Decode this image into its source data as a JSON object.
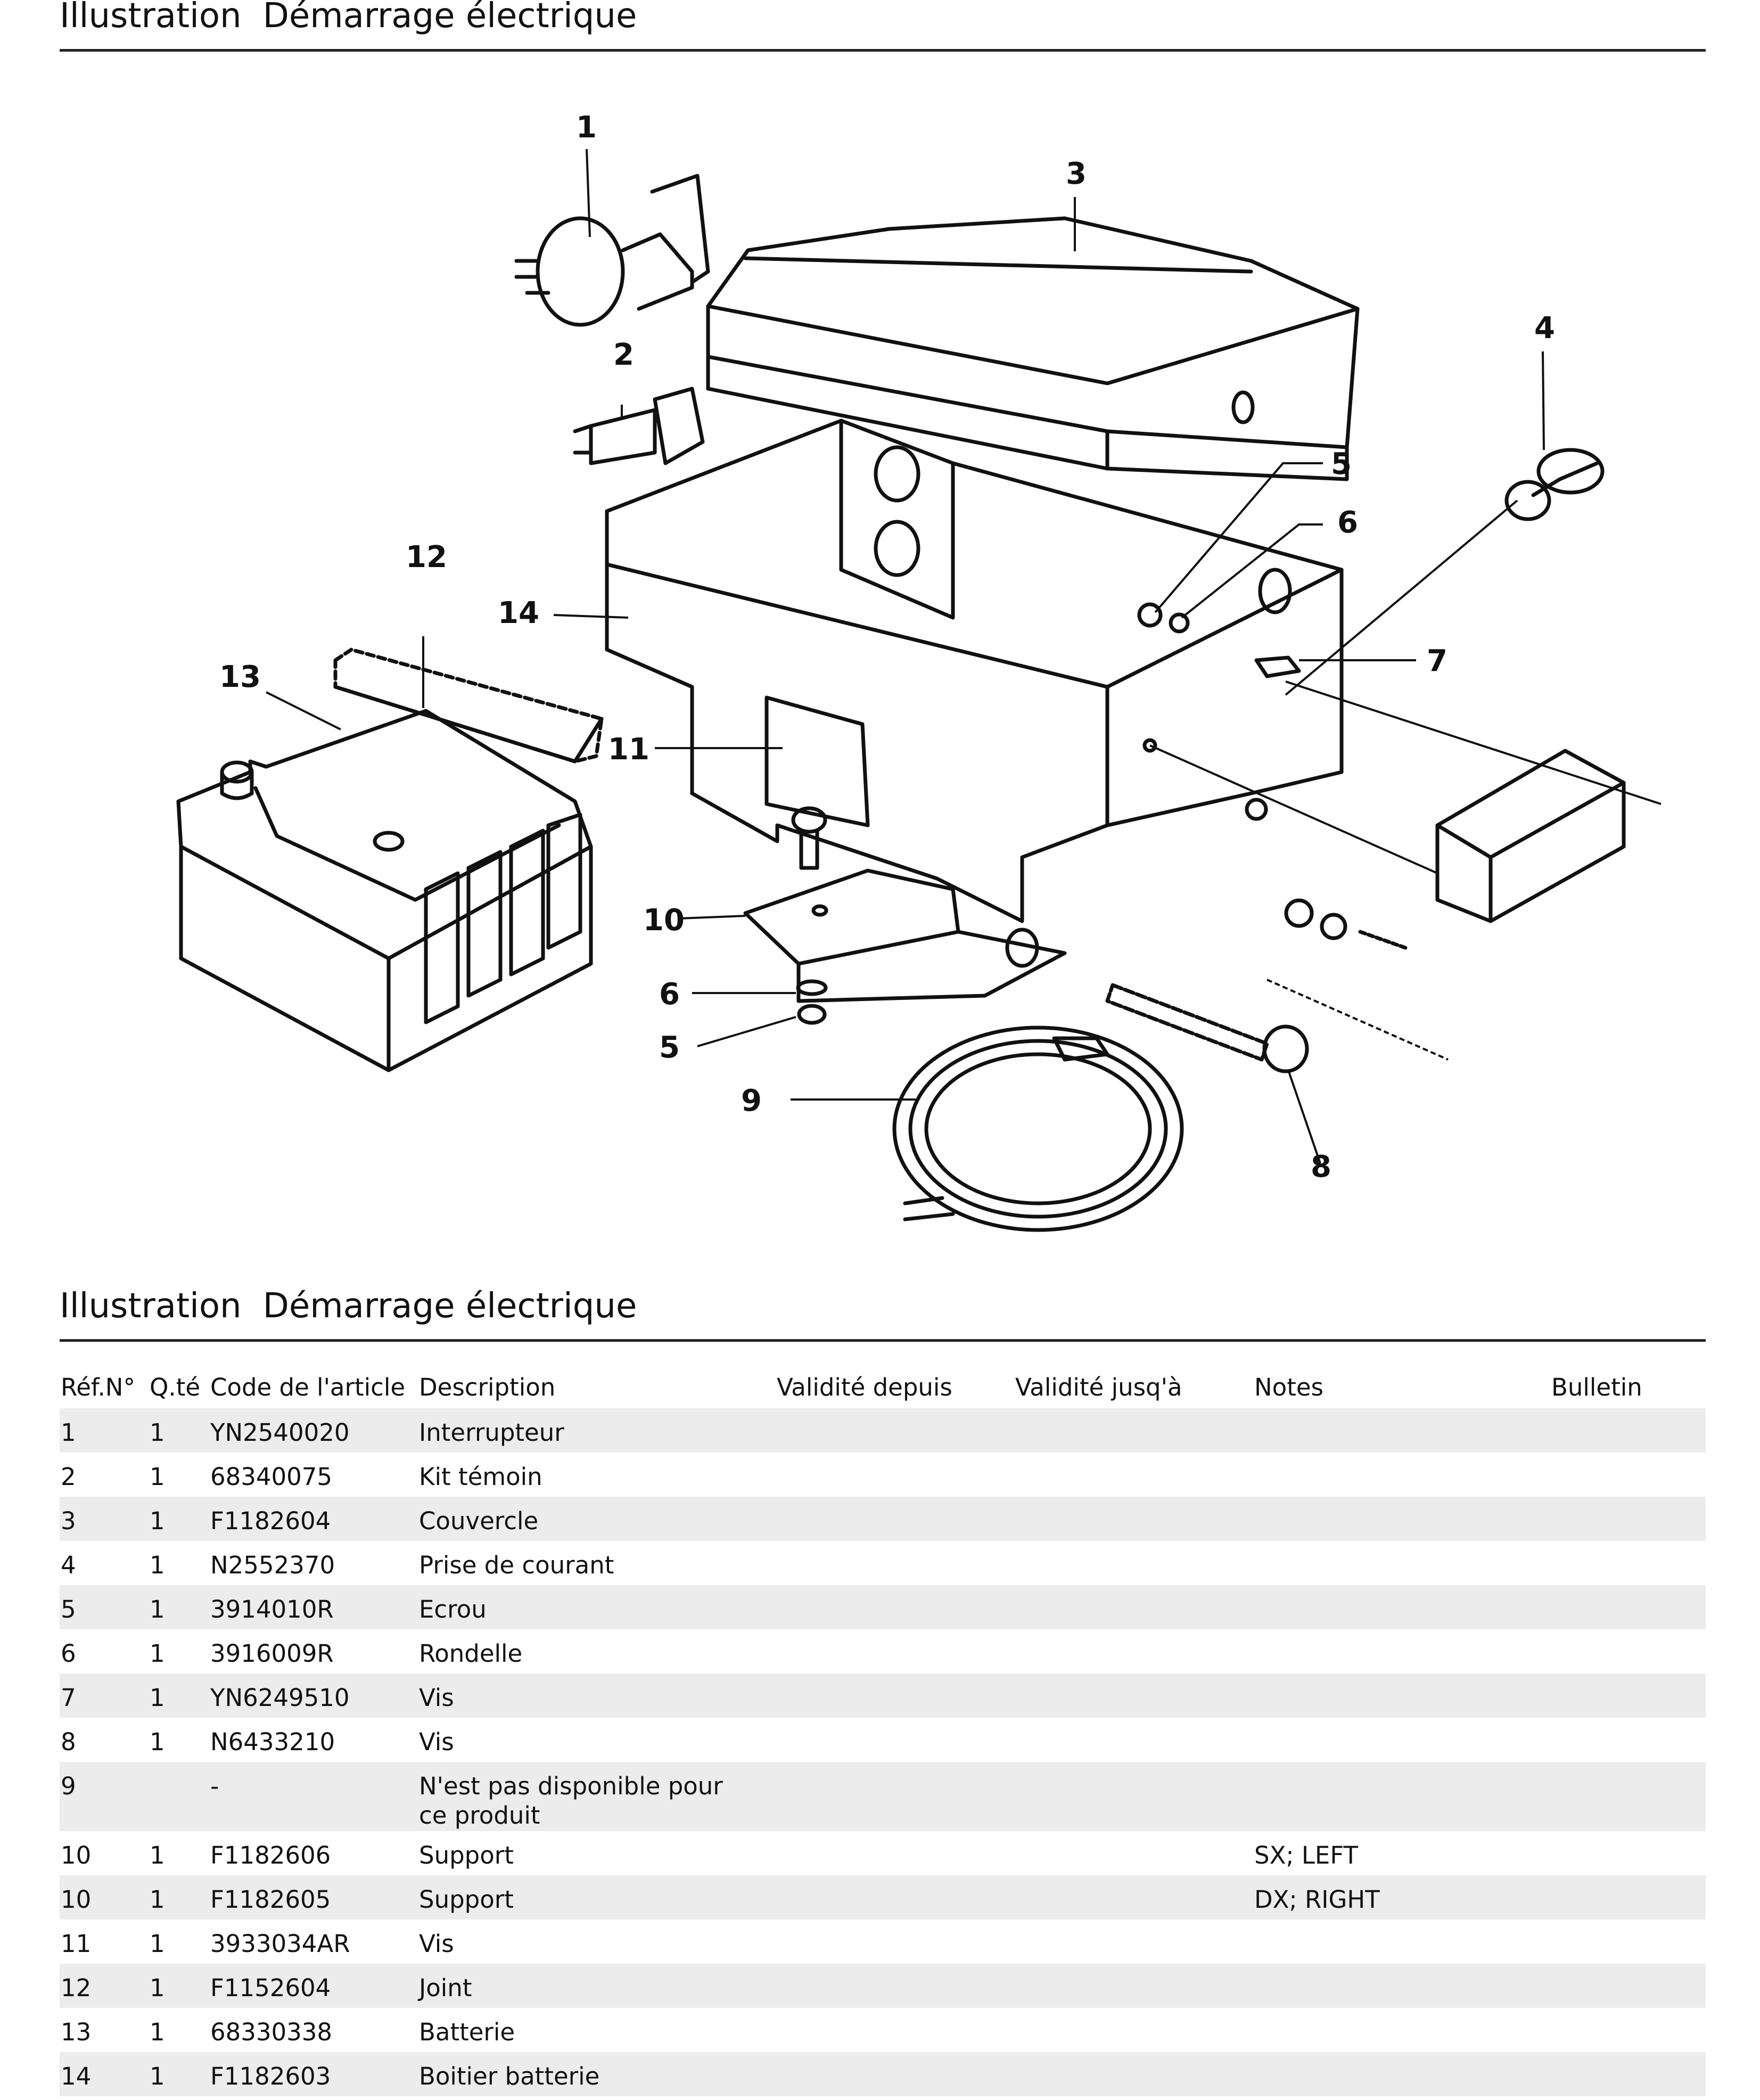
{
  "header": {
    "label": "Illustration",
    "title": "Démarrage électrique"
  },
  "diagram": {
    "callouts": [
      "1",
      "2",
      "3",
      "4",
      "5",
      "6",
      "7",
      "5",
      "6",
      "8",
      "9",
      "10",
      "11",
      "12",
      "13",
      "14"
    ]
  },
  "section": {
    "label": "Illustration",
    "title": "Démarrage électrique"
  },
  "table": {
    "headers": [
      "Réf.N°",
      "Q.té",
      "Code de l'article",
      "Description",
      "Validité depuis",
      "Validité jusq'à",
      "Notes",
      "Bulletin"
    ],
    "rows": [
      {
        "ref": "1",
        "qty": "1",
        "code": "YN2540020",
        "desc": "Interrupteur",
        "from": "",
        "to": "",
        "notes": "",
        "bulletin": ""
      },
      {
        "ref": "2",
        "qty": "1",
        "code": "68340075",
        "desc": "Kit témoin",
        "from": "",
        "to": "",
        "notes": "",
        "bulletin": ""
      },
      {
        "ref": "3",
        "qty": "1",
        "code": "F1182604",
        "desc": "Couvercle",
        "from": "",
        "to": "",
        "notes": "",
        "bulletin": ""
      },
      {
        "ref": "4",
        "qty": "1",
        "code": "N2552370",
        "desc": "Prise de courant",
        "from": "",
        "to": "",
        "notes": "",
        "bulletin": ""
      },
      {
        "ref": "5",
        "qty": "1",
        "code": "3914010R",
        "desc": "Ecrou",
        "from": "",
        "to": "",
        "notes": "",
        "bulletin": ""
      },
      {
        "ref": "6",
        "qty": "1",
        "code": "3916009R",
        "desc": "Rondelle",
        "from": "",
        "to": "",
        "notes": "",
        "bulletin": ""
      },
      {
        "ref": "7",
        "qty": "1",
        "code": "YN6249510",
        "desc": "Vis",
        "from": "",
        "to": "",
        "notes": "",
        "bulletin": ""
      },
      {
        "ref": "8",
        "qty": "1",
        "code": "N6433210",
        "desc": "Vis",
        "from": "",
        "to": "",
        "notes": "",
        "bulletin": ""
      },
      {
        "ref": "9",
        "qty": "",
        "code": "-",
        "desc": "N'est pas disponible pour ce produit",
        "from": "",
        "to": "",
        "notes": "",
        "bulletin": ""
      },
      {
        "ref": "10",
        "qty": "1",
        "code": "F1182606",
        "desc": "Support",
        "from": "",
        "to": "",
        "notes": "SX; LEFT",
        "bulletin": ""
      },
      {
        "ref": "10",
        "qty": "1",
        "code": "F1182605",
        "desc": "Support",
        "from": "",
        "to": "",
        "notes": "DX; RIGHT",
        "bulletin": ""
      },
      {
        "ref": "11",
        "qty": "1",
        "code": "3933034AR",
        "desc": "Vis",
        "from": "",
        "to": "",
        "notes": "",
        "bulletin": ""
      },
      {
        "ref": "12",
        "qty": "1",
        "code": "F1152604",
        "desc": "Joint",
        "from": "",
        "to": "",
        "notes": "",
        "bulletin": ""
      },
      {
        "ref": "13",
        "qty": "1",
        "code": "68330338",
        "desc": "Batterie",
        "from": "",
        "to": "",
        "notes": "",
        "bulletin": ""
      },
      {
        "ref": "14",
        "qty": "1",
        "code": "F1182603",
        "desc": "Boitier batterie",
        "from": "",
        "to": "",
        "notes": "",
        "bulletin": ""
      }
    ]
  }
}
